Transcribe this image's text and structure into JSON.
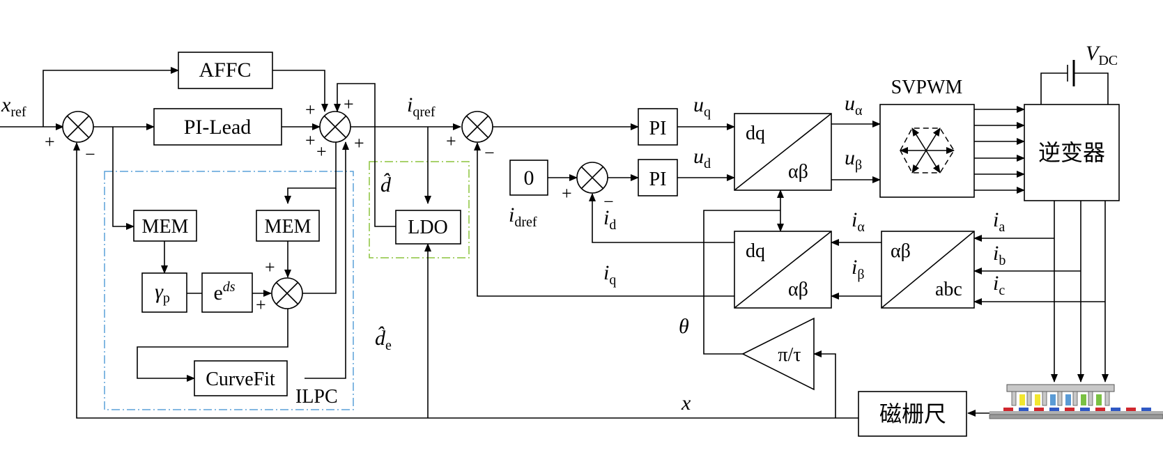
{
  "blocks": {
    "affc": "AFFC",
    "pi_lead": "PI-Lead",
    "mem": "MEM",
    "gamma": "γ",
    "gamma_sub": "p",
    "e_ds_base": "e",
    "e_ds_exp": "ds",
    "curvefit": "CurveFit",
    "ilpc": "ILPC",
    "ldo": "LDO",
    "zero": "0",
    "pi": "PI",
    "dq": "dq",
    "ab": "αβ",
    "abc": "abc",
    "svpwm": "SVPWM",
    "inverter": "逆变器",
    "grating": "磁栅尺",
    "pitau": "π/τ"
  },
  "signals": {
    "x": "x",
    "ref": "ref",
    "i": "i",
    "u": "u",
    "V": "V",
    "qref": "qref",
    "dref": "dref",
    "q": "q",
    "d": "d",
    "alpha": "α",
    "beta": "β",
    "a": "a",
    "b": "b",
    "c": "c",
    "DC": "DC",
    "dhat": "d̂",
    "e": "e",
    "theta": "θ"
  },
  "signs": {
    "plus": "+",
    "minus": "−"
  },
  "colors": {
    "ilpc_border": "#5aa0d8",
    "ldo_border": "#8cc43c"
  }
}
